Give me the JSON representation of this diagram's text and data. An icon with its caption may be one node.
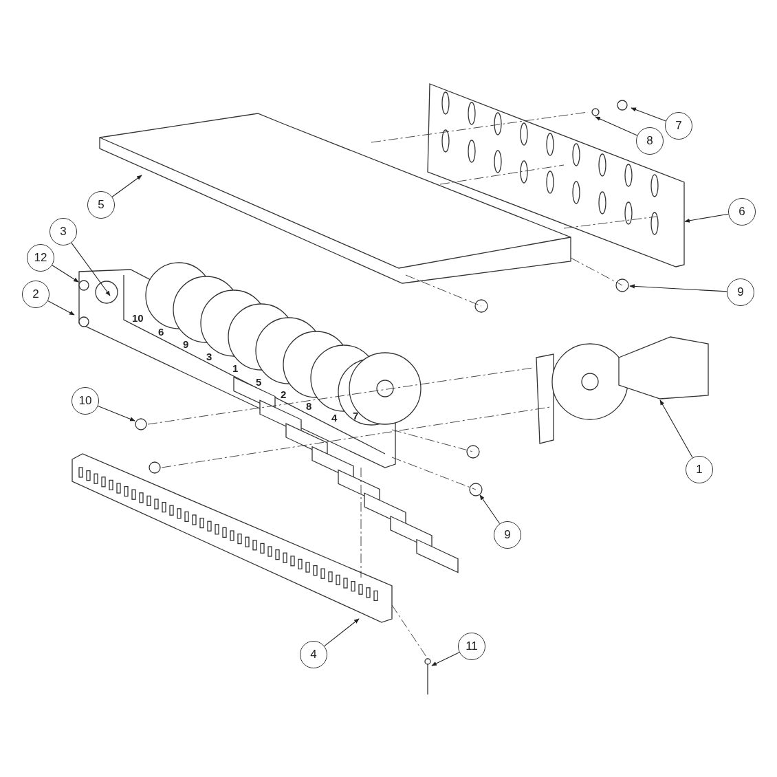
{
  "diagram": {
    "nodes": [
      {
        "text": [
          "7"
        ]
      },
      {
        "text": [
          "8"
        ]
      },
      {
        "text": [
          "5"
        ]
      },
      {
        "text": [
          "6"
        ]
      },
      {
        "text": [
          "3"
        ]
      },
      {
        "text": [
          "12"
        ]
      },
      {
        "text": [
          "2"
        ]
      },
      {
        "text": [
          "9"
        ]
      },
      {
        "text": [
          "10"
        ]
      },
      {
        "text": [
          "1"
        ]
      },
      {
        "text": [
          "9"
        ]
      },
      {
        "text": [
          "4"
        ]
      },
      {
        "text": [
          "11"
        ]
      }
    ],
    "edges": [
      {
        "from": 0,
        "to": null,
        "arrow": "to"
      },
      {
        "from": 1,
        "to": null,
        "arrow": "to"
      },
      {
        "from": 2,
        "to": null,
        "arrow": "to"
      },
      {
        "from": 3,
        "to": null,
        "arrow": "to"
      },
      {
        "from": 4,
        "to": null,
        "arrow": "to"
      },
      {
        "from": 5,
        "to": null,
        "arrow": "to"
      },
      {
        "from": 6,
        "to": null,
        "arrow": "to"
      },
      {
        "from": 7,
        "to": null,
        "arrow": "to"
      },
      {
        "from": 8,
        "to": null,
        "arrow": "to"
      },
      {
        "from": 9,
        "to": null,
        "arrow": "to"
      },
      {
        "from": 10,
        "to": null,
        "arrow": "to"
      },
      {
        "from": 11,
        "to": null,
        "arrow": "to"
      },
      {
        "from": 12,
        "to": null,
        "arrow": "to"
      }
    ],
    "labels": [
      "10",
      "6",
      "9",
      "3",
      "1",
      "5",
      "2",
      "8",
      "4",
      "7"
    ]
  }
}
